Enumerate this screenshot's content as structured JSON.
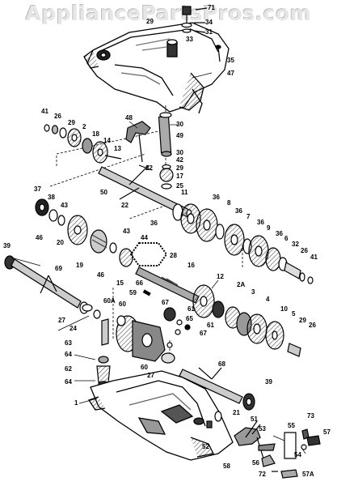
{
  "watermark": "AppliancePartsPros.com",
  "colors": {
    "ink": "#000000",
    "shade": "#6f6f6f",
    "paper": "#ffffff"
  },
  "parts": [
    {
      "id": "p71",
      "label": "71"
    },
    {
      "id": "p29a",
      "label": "29"
    },
    {
      "id": "p34",
      "label": "34"
    },
    {
      "id": "p31",
      "label": "31"
    },
    {
      "id": "p33",
      "label": "33"
    },
    {
      "id": "p35",
      "label": "35"
    },
    {
      "id": "p47",
      "label": "47"
    },
    {
      "id": "p41a",
      "label": "41"
    },
    {
      "id": "p26a",
      "label": "26"
    },
    {
      "id": "p29b",
      "label": "29"
    },
    {
      "id": "p2",
      "label": "2"
    },
    {
      "id": "p18",
      "label": "18"
    },
    {
      "id": "p14",
      "label": "14"
    },
    {
      "id": "p13",
      "label": "13"
    },
    {
      "id": "p48",
      "label": "48"
    },
    {
      "id": "p30a",
      "label": "30"
    },
    {
      "id": "p49",
      "label": "49"
    },
    {
      "id": "p30b",
      "label": "30"
    },
    {
      "id": "p42",
      "label": "42"
    },
    {
      "id": "p29c",
      "label": "29"
    },
    {
      "id": "p17",
      "label": "17"
    },
    {
      "id": "p25",
      "label": "25"
    },
    {
      "id": "p22a",
      "label": "22"
    },
    {
      "id": "p50",
      "label": "50"
    },
    {
      "id": "p22b",
      "label": "22"
    },
    {
      "id": "p11",
      "label": "11"
    },
    {
      "id": "p36a",
      "label": "36"
    },
    {
      "id": "p36b",
      "label": "36"
    },
    {
      "id": "p8",
      "label": "8"
    },
    {
      "id": "p36c",
      "label": "36"
    },
    {
      "id": "p7",
      "label": "7"
    },
    {
      "id": "p36d",
      "label": "36"
    },
    {
      "id": "p9",
      "label": "9"
    },
    {
      "id": "p36e",
      "label": "36"
    },
    {
      "id": "p6",
      "label": "6"
    },
    {
      "id": "p32",
      "label": "32"
    },
    {
      "id": "p26b",
      "label": "26"
    },
    {
      "id": "p41b",
      "label": "41"
    },
    {
      "id": "p37",
      "label": "37"
    },
    {
      "id": "p38",
      "label": "38"
    },
    {
      "id": "p43a",
      "label": "43"
    },
    {
      "id": "p46a",
      "label": "46"
    },
    {
      "id": "p20",
      "label": "20"
    },
    {
      "id": "p39a",
      "label": "39"
    },
    {
      "id": "p19",
      "label": "19"
    },
    {
      "id": "p43b",
      "label": "43"
    },
    {
      "id": "p44",
      "label": "44"
    },
    {
      "id": "p46b",
      "label": "46"
    },
    {
      "id": "p15",
      "label": "15"
    },
    {
      "id": "p28",
      "label": "28"
    },
    {
      "id": "p16",
      "label": "16"
    },
    {
      "id": "p69",
      "label": "69"
    },
    {
      "id": "p66",
      "label": "66"
    },
    {
      "id": "p12",
      "label": "12"
    },
    {
      "id": "p59",
      "label": "59"
    },
    {
      "id": "p2A",
      "label": "2A"
    },
    {
      "id": "p3",
      "label": "3"
    },
    {
      "id": "p60A",
      "label": "60A"
    },
    {
      "id": "p60a",
      "label": "60"
    },
    {
      "id": "p67a",
      "label": "67"
    },
    {
      "id": "p61a",
      "label": "61"
    },
    {
      "id": "p4",
      "label": "4"
    },
    {
      "id": "p27a",
      "label": "27"
    },
    {
      "id": "p24",
      "label": "24"
    },
    {
      "id": "p65",
      "label": "65"
    },
    {
      "id": "p10",
      "label": "10"
    },
    {
      "id": "p5",
      "label": "5"
    },
    {
      "id": "p29d",
      "label": "29"
    },
    {
      "id": "p26c",
      "label": "26"
    },
    {
      "id": "p61b",
      "label": "61"
    },
    {
      "id": "p67b",
      "label": "67"
    },
    {
      "id": "p63",
      "label": "63"
    },
    {
      "id": "p64a",
      "label": "64"
    },
    {
      "id": "p60b",
      "label": "60"
    },
    {
      "id": "p27b",
      "label": "27"
    },
    {
      "id": "p62",
      "label": "62"
    },
    {
      "id": "p68",
      "label": "68"
    },
    {
      "id": "p64b",
      "label": "64"
    },
    {
      "id": "p39b",
      "label": "39"
    },
    {
      "id": "p1",
      "label": "1"
    },
    {
      "id": "p21",
      "label": "21"
    },
    {
      "id": "p51",
      "label": "51"
    },
    {
      "id": "p53",
      "label": "53"
    },
    {
      "id": "p73",
      "label": "73"
    },
    {
      "id": "p55",
      "label": "55"
    },
    {
      "id": "p57",
      "label": "57"
    },
    {
      "id": "p52",
      "label": "52"
    },
    {
      "id": "p54",
      "label": "54"
    },
    {
      "id": "p58",
      "label": "58"
    },
    {
      "id": "p56",
      "label": "56"
    },
    {
      "id": "p72",
      "label": "72"
    },
    {
      "id": "p57A",
      "label": "57A"
    }
  ]
}
